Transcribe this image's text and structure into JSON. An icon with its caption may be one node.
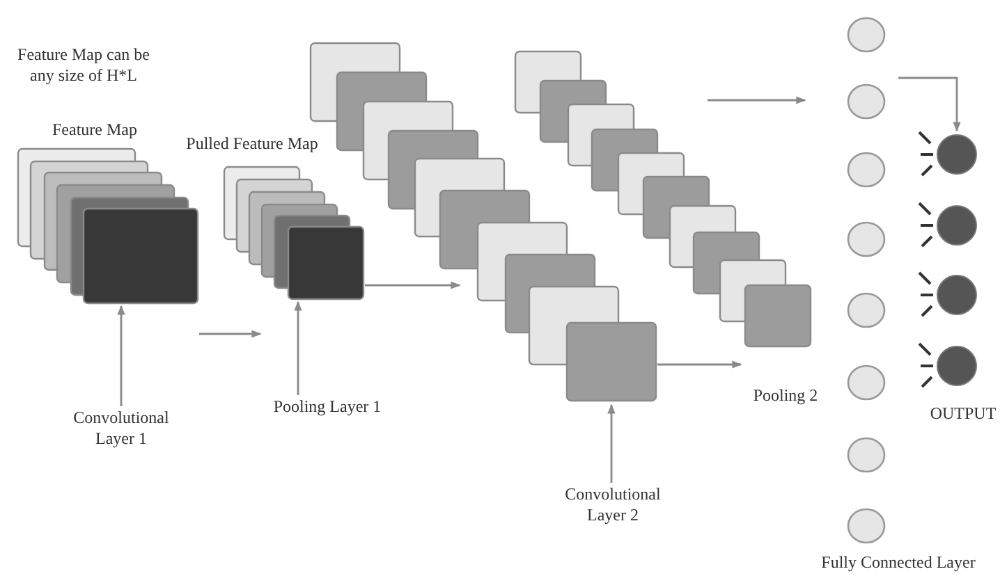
{
  "diagram": {
    "nodes": [
      {
        "text": [
          "Feature Map"
        ]
      },
      {
        "text": [
          "Convolutional Layer 1"
        ]
      },
      {
        "text": [
          "Pulled Feature Map"
        ]
      },
      {
        "text": [
          "Pooling Layer 1"
        ]
      },
      {
        "text": [],
        "shape": "box"
      },
      {
        "text": [
          "Convolutional Layer 2"
        ]
      },
      {
        "text": [
          "Pooling 2"
        ]
      },
      {
        "text": [
          "Fully Connected Layer"
        ]
      },
      {
        "text": [
          "OUTPUT"
        ]
      }
    ],
    "edges": [
      {
        "from": 0,
        "to": 2,
        "arrow": "to"
      },
      {
        "from": 2,
        "to": 4,
        "arrow": "to"
      },
      {
        "from": 4,
        "to": 6,
        "arrow": "to"
      },
      {
        "from": 6,
        "to": 7,
        "arrow": "to"
      },
      {
        "from": 7,
        "to": 8,
        "arrow": "to"
      },
      {
        "from": 1,
        "to": 0,
        "arrow": "to"
      },
      {
        "from": 3,
        "to": 2,
        "arrow": "to"
      },
      {
        "from": 5,
        "to": 4,
        "arrow": "to"
      }
    ],
    "labels": [
      "Feature Map can be any size of H*L"
    ]
  }
}
